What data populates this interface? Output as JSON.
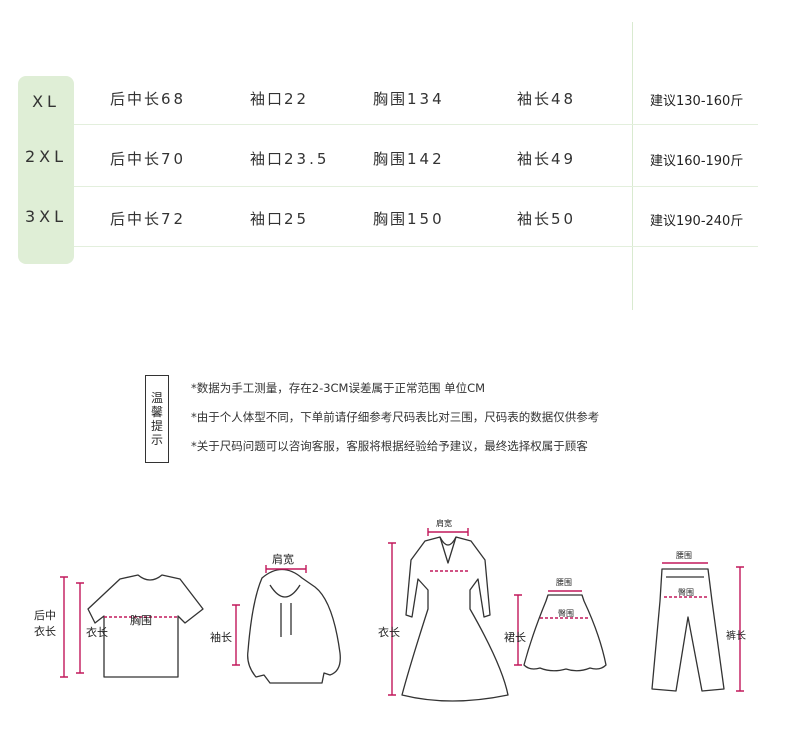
{
  "sizes": [
    {
      "size": "XL",
      "back_length": {
        "label": "后中长",
        "value": "68"
      },
      "cuff": {
        "label": "袖口",
        "value": "22"
      },
      "chest": {
        "label": "胸围",
        "value": "134"
      },
      "sleeve": {
        "label": "袖长",
        "value": "48"
      },
      "recommend": "建议130-160斤"
    },
    {
      "size": "2XL",
      "back_length": {
        "label": "后中长",
        "value": "70"
      },
      "cuff": {
        "label": "袖口",
        "value": "23.5"
      },
      "chest": {
        "label": "胸围",
        "value": "142"
      },
      "sleeve": {
        "label": "袖长",
        "value": "49"
      },
      "recommend": "建议160-190斤"
    },
    {
      "size": "3XL",
      "back_length": {
        "label": "后中长",
        "value": "72"
      },
      "cuff": {
        "label": "袖口",
        "value": "25"
      },
      "chest": {
        "label": "胸围",
        "value": "150"
      },
      "sleeve": {
        "label": "袖长",
        "value": "50"
      },
      "recommend": "建议190-240斤"
    }
  ],
  "tips": {
    "title_chars": [
      "温",
      "馨",
      "提",
      "示"
    ],
    "lines": [
      "*数据为手工测量，存在2-3CM误差属于正常范围    单位CM",
      "*由于个人体型不同，下单前请仔细参考尺码表比对三围，尺码表的数据仅供参考",
      "*关于尺码问题可以咨询客服，客服将根据经验给予建议，最终选择权属于顾客"
    ]
  },
  "diagrams": {
    "tshirt": {
      "back_length_line1": "后中",
      "back_length_line2": "衣长",
      "length": "衣长",
      "chest": "胸围"
    },
    "hoodie": {
      "shoulder": "肩宽",
      "sleeve": "袖长"
    },
    "dress": {
      "shoulder": "肩宽",
      "length": "衣长"
    },
    "skirt": {
      "waist": "腰围",
      "hip": "臀围",
      "length": "裙长"
    },
    "pants": {
      "waist": "腰围",
      "hip": "臀围",
      "length": "裤长"
    }
  },
  "colors": {
    "accent_green": "#dfeed6",
    "line_green": "#e3efdd",
    "measure_red": "#c2185b"
  }
}
